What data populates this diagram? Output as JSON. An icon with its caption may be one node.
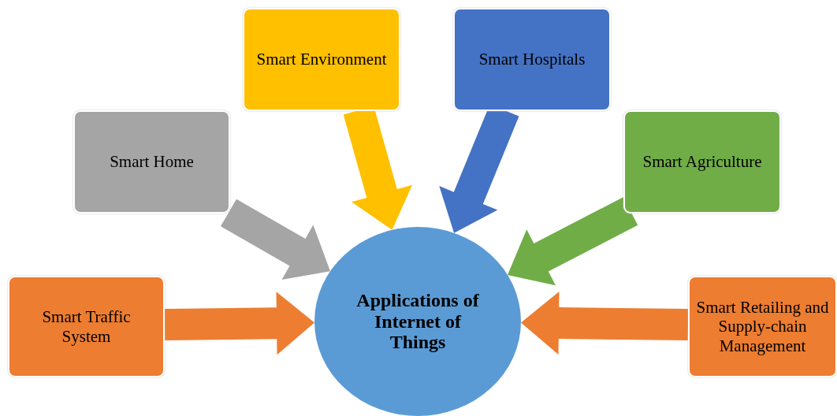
{
  "diagram": {
    "nodes": [
      {
        "text": [
          "Smart Environment"
        ]
      },
      {
        "text": [
          "Smart Hospitals"
        ]
      },
      {
        "text": [
          "Smart Home"
        ]
      },
      {
        "text": [
          "Smart Agriculture"
        ]
      },
      {
        "text": [
          "Smart Traffic System"
        ]
      },
      {
        "text": [
          "Applications of Internet of Things"
        ]
      },
      {
        "text": [
          "Smart Retailing and Supply-chain Management"
        ]
      }
    ],
    "edges": [
      {
        "from": 0,
        "to": 5,
        "arrow": "to",
        "color": "#ffc000"
      },
      {
        "from": 1,
        "to": 5,
        "arrow": "to",
        "color": "#4472c4"
      },
      {
        "from": 2,
        "to": 5,
        "arrow": "to",
        "color": "#a5a5a5"
      },
      {
        "from": 3,
        "to": 5,
        "arrow": "to",
        "color": "#70ad47"
      },
      {
        "from": 4,
        "to": 5,
        "arrow": "to"
      },
      {
        "from": 6,
        "to": 5,
        "arrow": "to"
      }
    ]
  }
}
